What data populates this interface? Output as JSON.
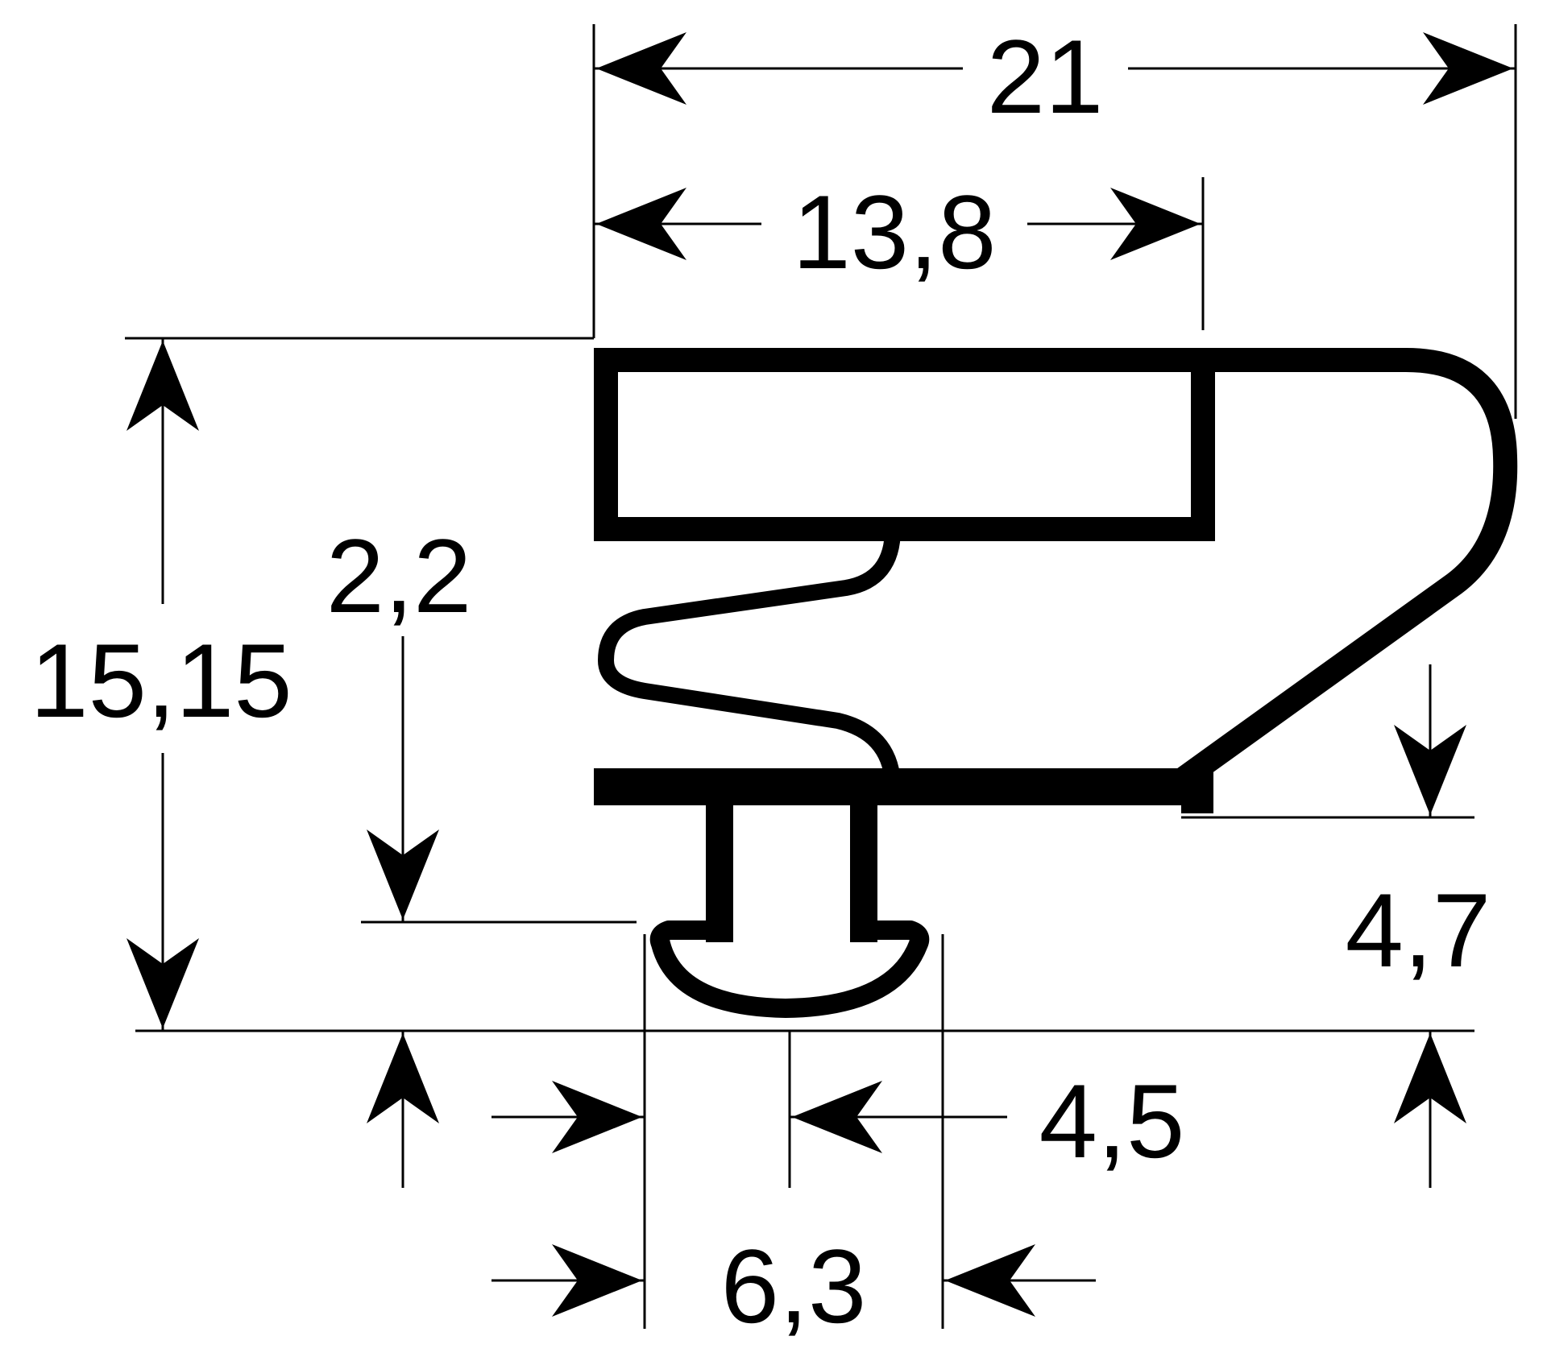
{
  "drawing": {
    "colors": {
      "ink": "#000000",
      "paper": "#ffffff"
    },
    "dimensions": {
      "overall_width": "21",
      "inner_width": "13,8",
      "overall_height": "15,15",
      "foot_height": "2,2",
      "right_offset": "4,7",
      "neck_width": "4,5",
      "foot_width": "6,3"
    }
  }
}
